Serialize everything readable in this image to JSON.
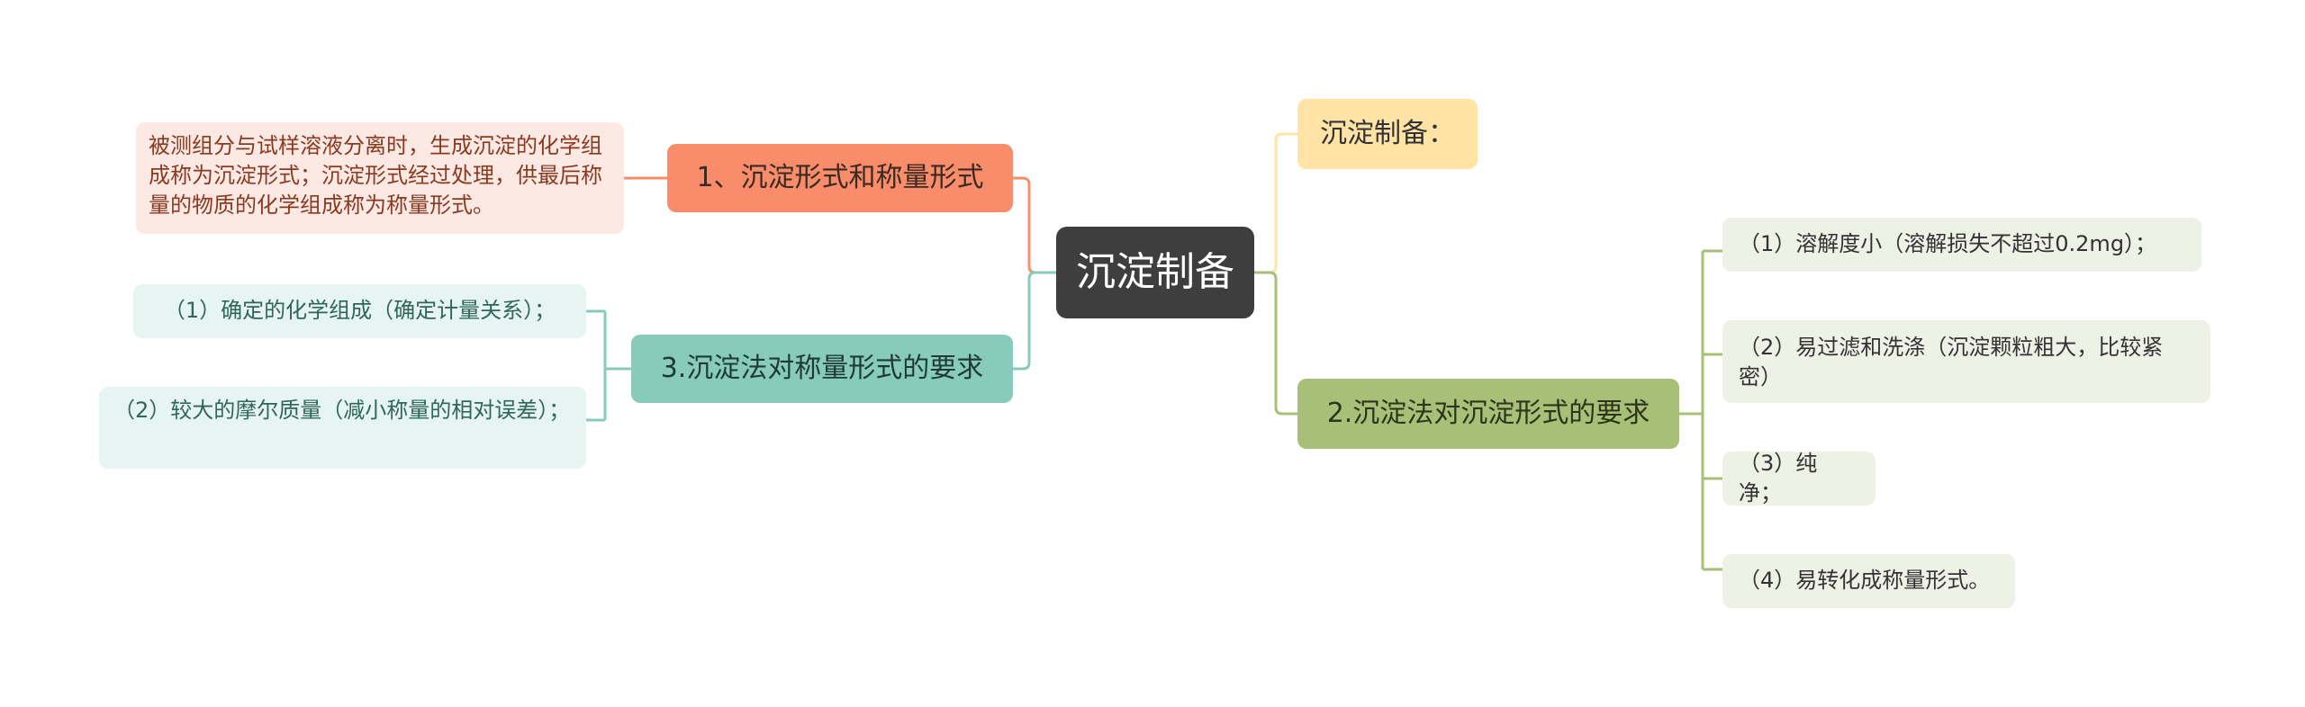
{
  "mindmap": {
    "root": "沉淀制备",
    "left": [
      {
        "label": "1、沉淀形式和称量形式",
        "color": "#f98c6a",
        "children": [
          "被测组分与试样溶液分离时，生成沉淀的化学组成称为沉淀形式；沉淀形式经过处理，供最后称量的物质的化学组成称为称量形式。"
        ]
      },
      {
        "label": "3.沉淀法对称量形式的要求",
        "color": "#86cbbb",
        "children": [
          "（1）确定的化学组成（确定计量关系）；",
          "（2）较大的摩尔质量（减小称量的相对误差）；"
        ]
      }
    ],
    "right": [
      {
        "label": "沉淀制备：",
        "color": "#ffe4a6",
        "children": []
      },
      {
        "label": "2.沉淀法对沉淀形式的要求",
        "color": "#a8bf78",
        "children": [
          "（1）溶解度小（溶解损失不超过0.2mg）；",
          "（2）易过滤和洗涤（沉淀颗粒粗大，比较紧密）",
          "（3）纯净；",
          "（4）易转化成称量形式。"
        ]
      }
    ]
  }
}
